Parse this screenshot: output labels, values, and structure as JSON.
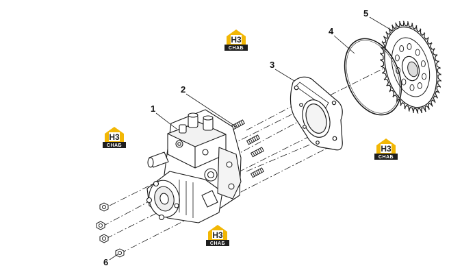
{
  "colors": {
    "line": "#1a1a1a",
    "watermark_yellow": "#f2b705",
    "watermark_dark": "#1e1e1e"
  },
  "callouts": [
    {
      "id": "1",
      "label": "1"
    },
    {
      "id": "2",
      "label": "2"
    },
    {
      "id": "3",
      "label": "3"
    },
    {
      "id": "4",
      "label": "4"
    },
    {
      "id": "5",
      "label": "5"
    },
    {
      "id": "6",
      "label": "6"
    }
  ],
  "watermark": {
    "logo_letters": "H3",
    "logo_caption": "СНАБ"
  },
  "parts": [
    {
      "name": "fuel-injection-pump",
      "callout": "1"
    },
    {
      "name": "stud",
      "callout": "2"
    },
    {
      "name": "mounting-flange",
      "callout": "3"
    },
    {
      "name": "o-ring",
      "callout": "4"
    },
    {
      "name": "drive-gear",
      "callout": "5"
    },
    {
      "name": "nut",
      "callout": "6"
    }
  ]
}
